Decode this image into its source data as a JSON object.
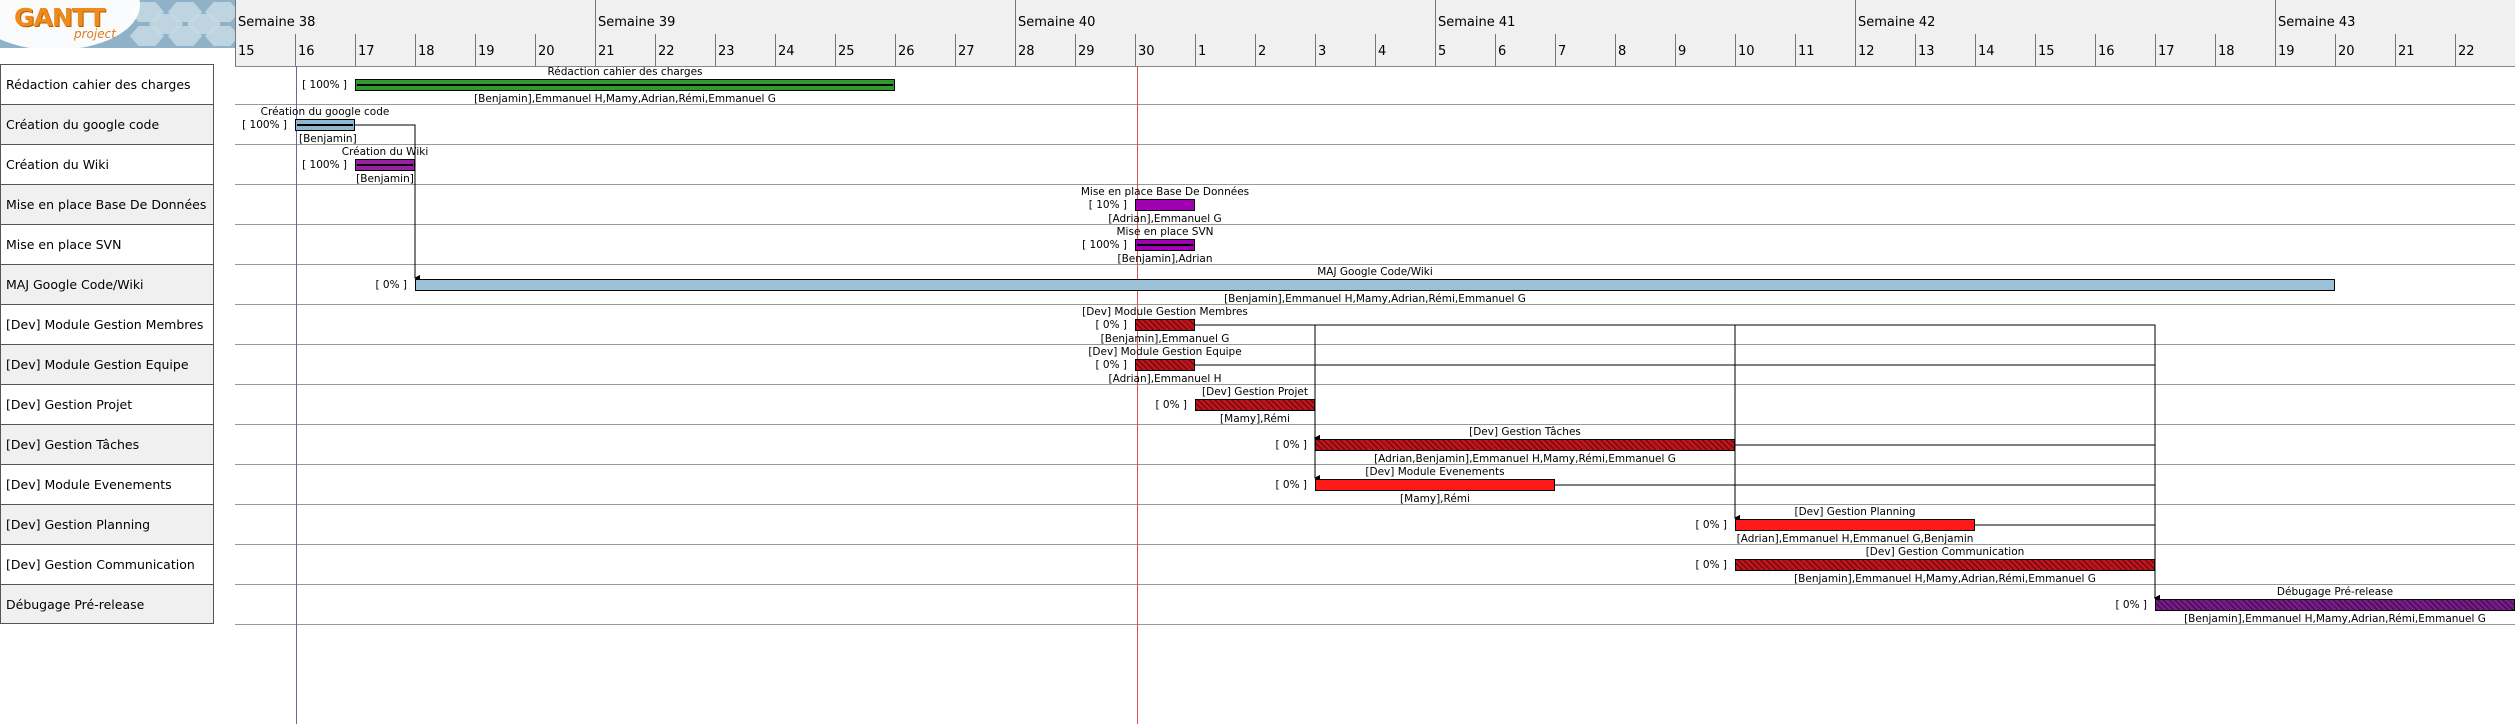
{
  "logo": {
    "brand": "GANTT",
    "sub": "project"
  },
  "timeline": {
    "weeks": [
      "Semaine 38",
      "Semaine 39",
      "Semaine 40",
      "Semaine 41",
      "Semaine 42",
      "Semaine 43"
    ],
    "days": [
      "15",
      "16",
      "17",
      "18",
      "19",
      "20",
      "21",
      "22",
      "23",
      "24",
      "25",
      "26",
      "27",
      "28",
      "29",
      "30",
      "1",
      "2",
      "3",
      "4",
      "5",
      "6",
      "7",
      "8",
      "9",
      "10",
      "11",
      "12",
      "13",
      "14",
      "15",
      "16",
      "17",
      "18",
      "19",
      "20",
      "21",
      "22"
    ]
  },
  "tasks": [
    {
      "name": "Rédaction cahier des charges",
      "bar_label": "Rédaction cahier des charges",
      "percent": "[ 100% ]",
      "resources": "[Benjamin],Emmanuel H,Mamy,Adrian,Rémi,Emmanuel G",
      "color": "#2f9b2f",
      "hatched": false
    },
    {
      "name": "Création du google code",
      "bar_label": "Création du google code",
      "percent": "[ 100% ]",
      "resources": "[Benjamin]",
      "color": "#8fb8d0",
      "hatched": false
    },
    {
      "name": "Création du Wiki",
      "bar_label": "Création du Wiki",
      "percent": "[ 100% ]",
      "resources": "[Benjamin]",
      "color": "#9a1fa6",
      "hatched": false
    },
    {
      "name": "Mise en place Base De Données",
      "bar_label": "Mise en place Base De Données",
      "percent": "[ 10% ]",
      "resources": "[Adrian],Emmanuel G",
      "color": "#a000b0",
      "hatched": false
    },
    {
      "name": "Mise en place SVN",
      "bar_label": "Mise en place SVN",
      "percent": "[ 100% ]",
      "resources": "[Benjamin],Adrian",
      "color": "#a000b0",
      "hatched": false
    },
    {
      "name": "MAJ Google Code/Wiki",
      "bar_label": "MAJ Google Code/Wiki",
      "percent": "[ 0% ]",
      "resources": "[Benjamin],Emmanuel H,Mamy,Adrian,Rémi,Emmanuel G",
      "color": "#9cc2d8",
      "hatched": false
    },
    {
      "name": "[Dev] Module Gestion Membres",
      "bar_label": "[Dev] Module Gestion Membres",
      "percent": "[ 0% ]",
      "resources": "[Benjamin],Emmanuel G",
      "color": "#c0141c",
      "hatched": true
    },
    {
      "name": "[Dev] Module Gestion Equipe",
      "bar_label": "[Dev] Module Gestion Equipe",
      "percent": "[ 0% ]",
      "resources": "[Adrian],Emmanuel H",
      "color": "#c0141c",
      "hatched": true
    },
    {
      "name": "[Dev] Gestion Projet",
      "bar_label": "[Dev] Gestion Projet",
      "percent": "[ 0% ]",
      "resources": "[Mamy],Rémi",
      "color": "#c0141c",
      "hatched": true
    },
    {
      "name": "[Dev] Gestion Tâches",
      "bar_label": "[Dev] Gestion Tâches",
      "percent": "[ 0% ]",
      "resources": "[Adrian,Benjamin],Emmanuel H,Mamy,Rémi,Emmanuel G",
      "color": "#c0141c",
      "hatched": true
    },
    {
      "name": "[Dev] Module Evenements",
      "bar_label": "[Dev] Module Evenements",
      "percent": "[ 0% ]",
      "resources": "[Mamy],Rémi",
      "color": "#ff1a1a",
      "hatched": false
    },
    {
      "name": "[Dev] Gestion Planning",
      "bar_label": "[Dev] Gestion Planning",
      "percent": "[ 0% ]",
      "resources": "[Adrian],Emmanuel H,Emmanuel G,Benjamin",
      "color": "#ff1a1a",
      "hatched": false
    },
    {
      "name": "[Dev] Gestion Communication",
      "bar_label": "[Dev] Gestion Communication",
      "percent": "[ 0% ]",
      "resources": "[Benjamin],Emmanuel H,Mamy,Adrian,Rémi,Emmanuel G",
      "color": "#c0141c",
      "hatched": true
    },
    {
      "name": "Débugage Pré-release",
      "bar_label": "Débugage Pré-release",
      "percent": "[ 0% ]",
      "resources": "[Benjamin],Emmanuel H,Mamy,Adrian,Rémi,Emmanuel G",
      "color": "#7a1a8a",
      "hatched": true
    }
  ]
}
